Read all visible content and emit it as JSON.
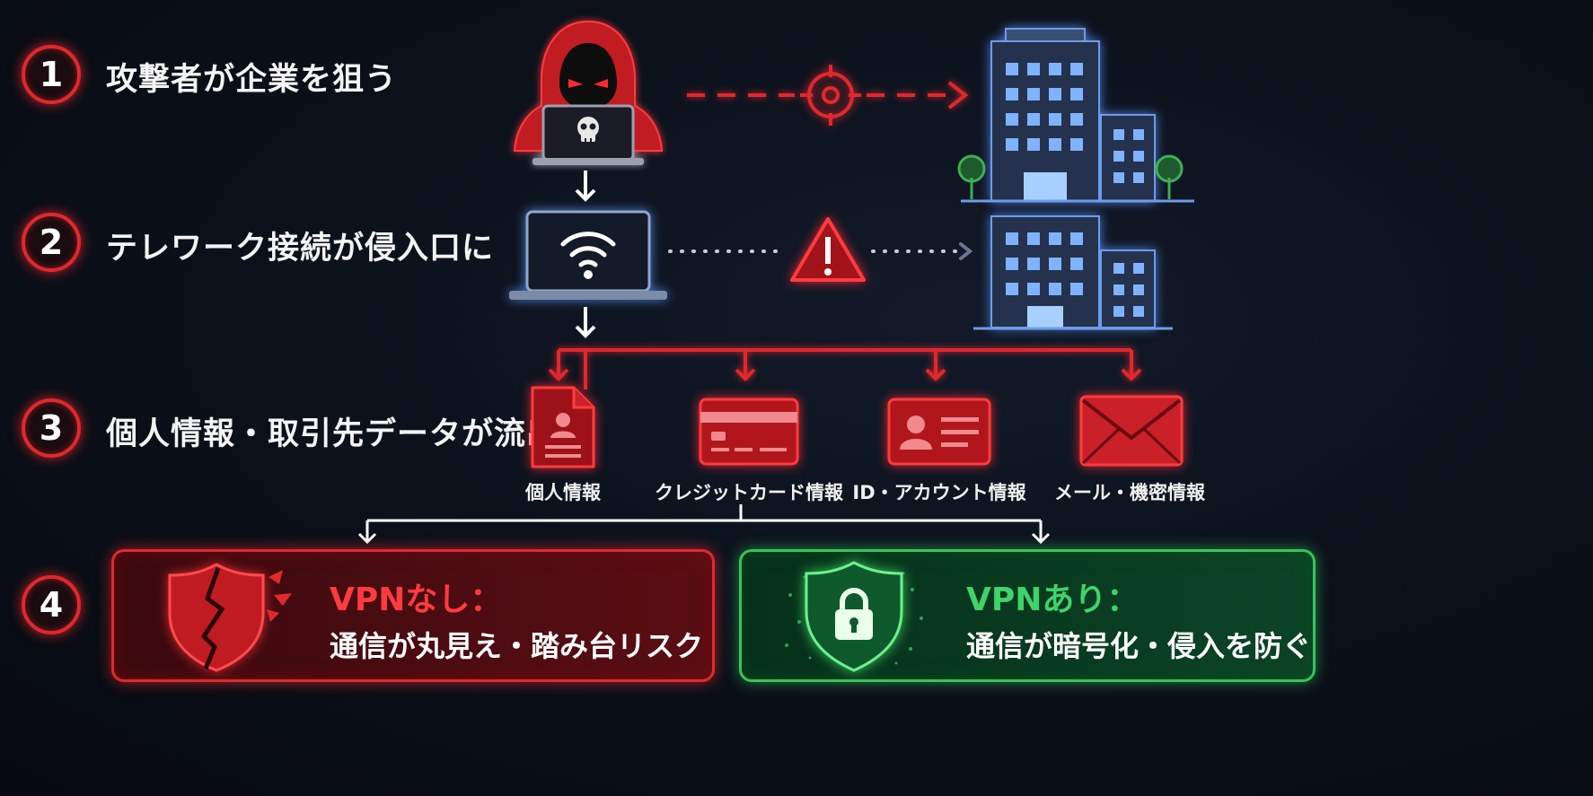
{
  "steps": [
    {
      "number": "1",
      "label": "攻撃者が企業を狙う"
    },
    {
      "number": "2",
      "label": "テレワーク接続が侵入口に"
    },
    {
      "number": "3",
      "label": "個人情報・取引先データが流出"
    },
    {
      "number": "4",
      "label": ""
    }
  ],
  "data_items": [
    {
      "label": "個人情報",
      "icon": "document-icon"
    },
    {
      "label": "クレジットカード情報",
      "icon": "credit-card-icon"
    },
    {
      "label": "ID・アカウント情報",
      "icon": "id-card-icon"
    },
    {
      "label": "メール・機密情報",
      "icon": "envelope-icon"
    }
  ],
  "outcomes": {
    "without_vpn": {
      "title": "VPNなし：",
      "subtitle": "通信が丸見え・踏み台リスク",
      "icon": "broken-shield-icon"
    },
    "with_vpn": {
      "title": "VPNあり：",
      "subtitle": "通信が暗号化・侵入を防ぐ",
      "icon": "lock-shield-icon"
    }
  },
  "colors": {
    "danger": "#e0282d",
    "safe": "#38c45a",
    "safe_text": "#3fd36a",
    "danger_text": "#ff3b3f",
    "building": "#2b3a55",
    "window": "#6fa8ff",
    "background": "#0b1019"
  }
}
